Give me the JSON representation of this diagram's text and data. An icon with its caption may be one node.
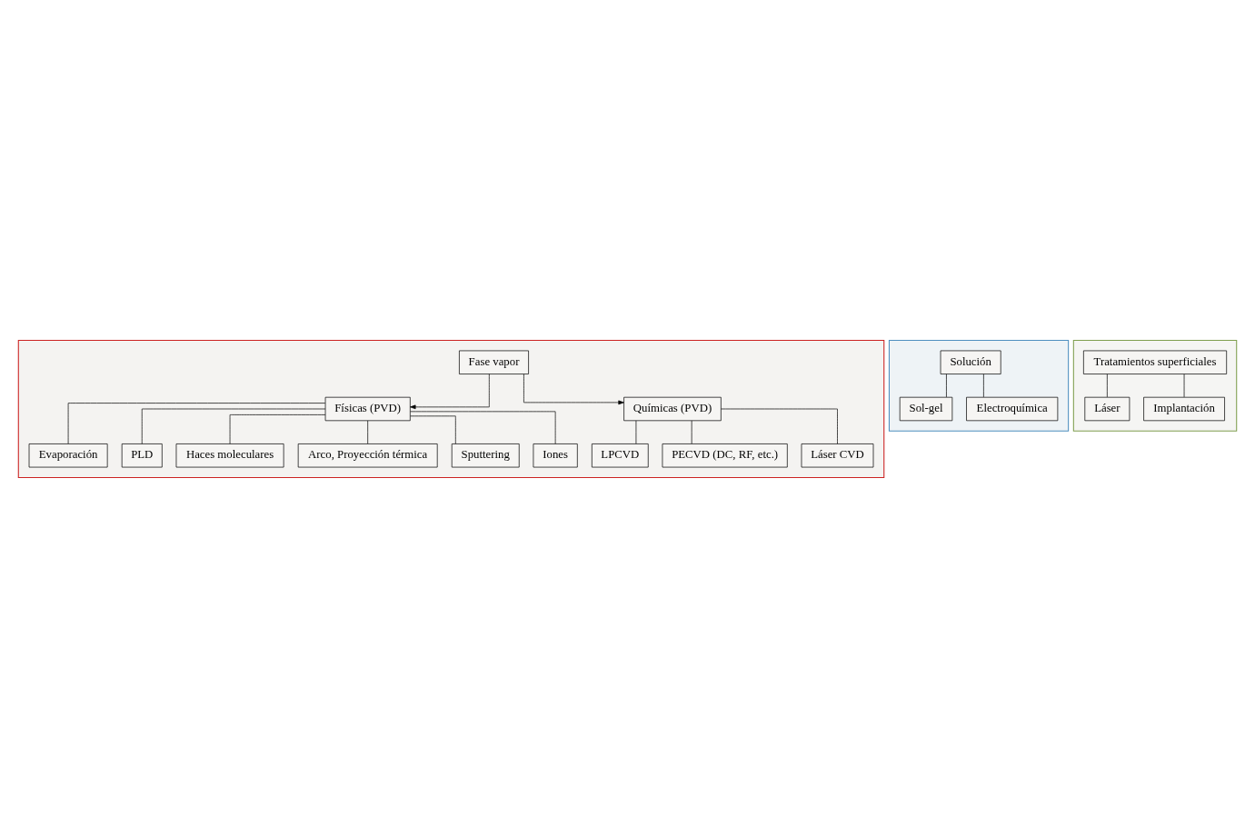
{
  "diagram": {
    "nodes": [
      {
        "text": [],
        "shape": "box"
      },
      {
        "text": [
          "Fase vapor"
        ],
        "in": 0
      },
      {
        "text": [
          "Físicas (PVD)"
        ],
        "in": 0
      },
      {
        "text": [
          "Químicas (PVD)"
        ],
        "in": 0
      },
      {
        "text": [
          "Evaporación"
        ],
        "in": 0
      },
      {
        "text": [
          "PLD"
        ],
        "in": 0
      },
      {
        "text": [
          "Haces moleculares"
        ],
        "in": 0
      },
      {
        "text": [
          "Arco, Proyección térmica"
        ],
        "in": 0
      },
      {
        "text": [
          "Sputtering"
        ],
        "in": 0
      },
      {
        "text": [
          "Iones"
        ],
        "in": 0
      },
      {
        "text": [
          "LPCVD"
        ],
        "in": 0
      },
      {
        "text": [
          "PECVD (DC, RF, etc.)"
        ],
        "in": 0
      },
      {
        "text": [
          "Láser CVD"
        ],
        "in": 0
      },
      {
        "text": [],
        "shape": "box"
      },
      {
        "text": [
          "Solución"
        ],
        "in": 13
      },
      {
        "text": [
          "Sol-gel"
        ],
        "in": 13
      },
      {
        "text": [
          "Electroquímica"
        ],
        "in": 13
      },
      {
        "text": [],
        "shape": "box"
      },
      {
        "text": [
          "Tratamientos superficiales"
        ],
        "in": 17
      },
      {
        "text": [
          "Láser"
        ],
        "in": 17
      },
      {
        "text": [
          "Implantación"
        ],
        "in": 17
      }
    ],
    "edges": [
      {
        "from": 1,
        "to": 2,
        "arrow": "to"
      },
      {
        "from": 1,
        "to": 3,
        "arrow": "to"
      },
      {
        "from": 2,
        "to": 4,
        "arrow": "none"
      },
      {
        "from": 2,
        "to": 5,
        "arrow": "none"
      },
      {
        "from": 2,
        "to": 6,
        "arrow": "none"
      },
      {
        "from": 2,
        "to": 7,
        "arrow": "none"
      },
      {
        "from": 2,
        "to": 8,
        "arrow": "none"
      },
      {
        "from": 2,
        "to": 9,
        "arrow": "none"
      },
      {
        "from": 3,
        "to": 10,
        "arrow": "none"
      },
      {
        "from": 3,
        "to": 11,
        "arrow": "none"
      },
      {
        "from": 3,
        "to": 12,
        "arrow": "none"
      },
      {
        "from": 14,
        "to": 15,
        "arrow": "none"
      },
      {
        "from": 14,
        "to": 16,
        "arrow": "none"
      },
      {
        "from": 18,
        "to": 19,
        "arrow": "none"
      },
      {
        "from": 18,
        "to": 20,
        "arrow": "none"
      }
    ]
  }
}
